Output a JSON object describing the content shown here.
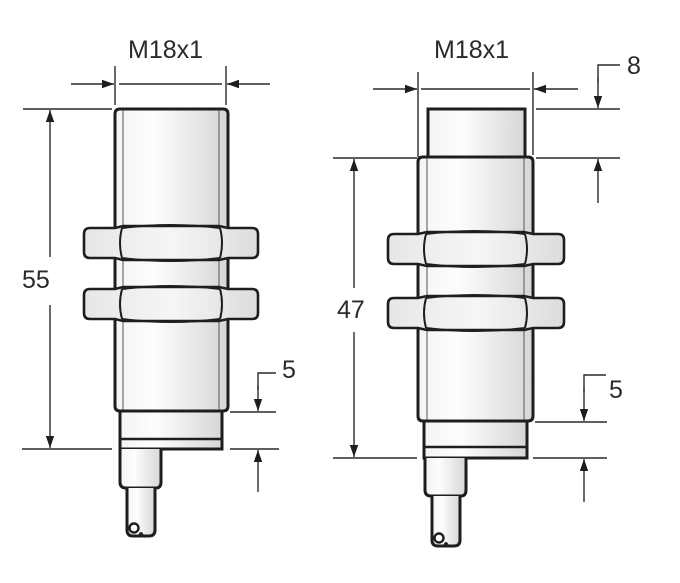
{
  "diagram": {
    "type": "technical-dimension-drawing",
    "subject": "Cylindrical M18 inductive proximity sensors with cable",
    "colors": {
      "stroke": "#1e1e1e",
      "dimension_line": "#2a2a2a",
      "body_fill_light": "#fbfbfb",
      "body_fill_dark": "#d9d9d9",
      "background": "#ffffff"
    }
  },
  "sensors": [
    {
      "id": "flush",
      "thread_label": "M18x1",
      "length_label": "55",
      "sensing_face_offset_label": null,
      "cable_collar_label": "5"
    },
    {
      "id": "non-flush",
      "thread_label": "M18x1",
      "length_label": "47",
      "sensing_face_offset_label": "8",
      "cable_collar_label": "5"
    }
  ]
}
